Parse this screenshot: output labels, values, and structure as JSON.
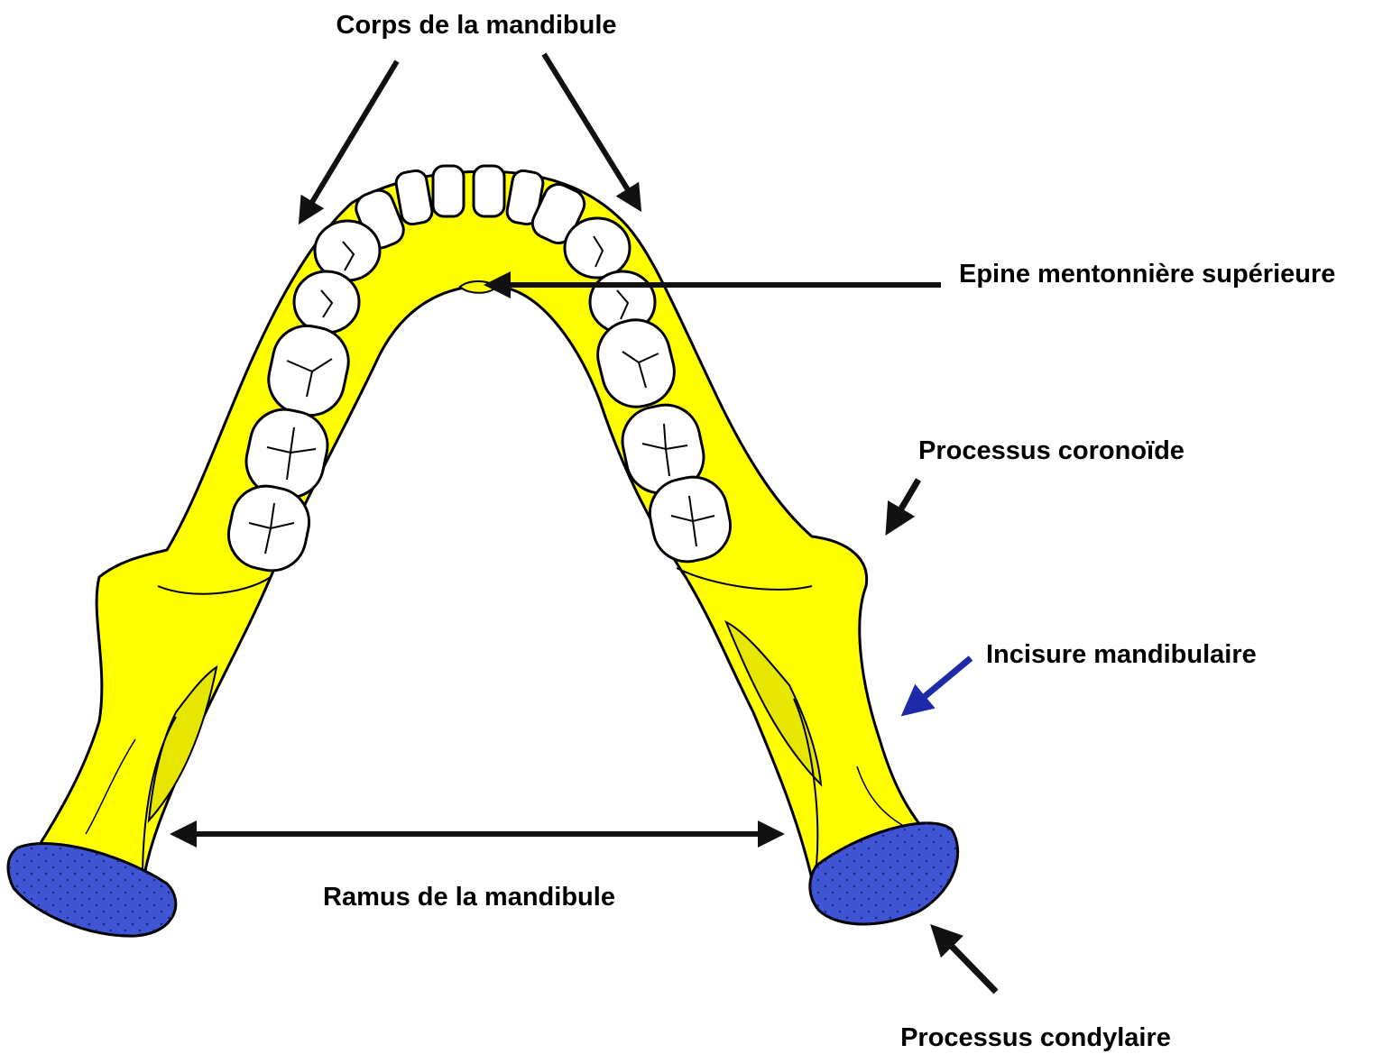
{
  "labels": {
    "corps": "Corps de la mandibule",
    "epine": "Epine mentonnière supérieure",
    "coronoide": "Processus coronoïde",
    "incisure": "Incisure mandibulaire",
    "ramus": "Ramus de la mandibule",
    "condylaire": "Processus condylaire"
  },
  "colors": {
    "bone": "#ffff00",
    "condyle": "#3f55d4",
    "outline": "#000000",
    "arrow_black": "#111111",
    "arrow_blue": "#1e2aa8",
    "teeth": "#ffffff"
  }
}
